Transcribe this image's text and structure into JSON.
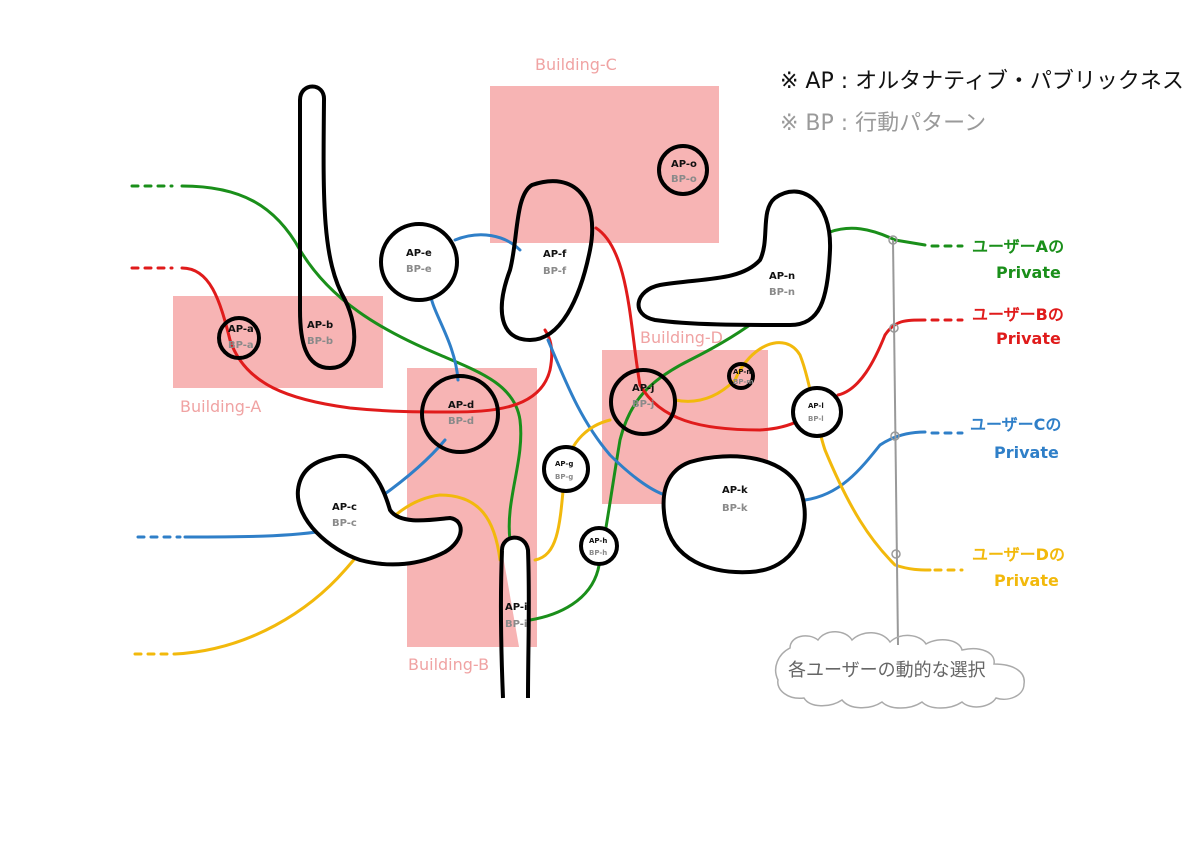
{
  "legend": {
    "ap": "※ AP : オルタナティブ・パブリックネス",
    "bp": "※ BP : 行動パターン"
  },
  "buildings": {
    "a": "Building-A",
    "b": "Building-B",
    "c": "Building-C",
    "d": "Building-D"
  },
  "nodes": {
    "a": {
      "ap": "AP-a",
      "bp": "BP-a"
    },
    "b": {
      "ap": "AP-b",
      "bp": "BP-b"
    },
    "c": {
      "ap": "AP-c",
      "bp": "BP-c"
    },
    "d": {
      "ap": "AP-d",
      "bp": "BP-d"
    },
    "e": {
      "ap": "AP-e",
      "bp": "BP-e"
    },
    "f": {
      "ap": "AP-f",
      "bp": "BP-f"
    },
    "g": {
      "ap": "AP-g",
      "bp": "BP-g"
    },
    "h": {
      "ap": "AP-h",
      "bp": "BP-h"
    },
    "i": {
      "ap": "AP-i",
      "bp": "BP-i"
    },
    "j": {
      "ap": "AP-j",
      "bp": "BP-j"
    },
    "k": {
      "ap": "AP-k",
      "bp": "BP-k"
    },
    "l": {
      "ap": "AP-l",
      "bp": "BP-l"
    },
    "m": {
      "ap": "AP-m",
      "bp": "BP-m"
    },
    "n": {
      "ap": "AP-n",
      "bp": "BP-n"
    },
    "o": {
      "ap": "AP-o",
      "bp": "BP-o"
    }
  },
  "users": {
    "a": {
      "name": "ユーザーAの",
      "sub": "Private"
    },
    "b": {
      "name": "ユーザーBの",
      "sub": "Private"
    },
    "c": {
      "name": "ユーザーCの",
      "sub": "Private"
    },
    "d": {
      "name": "ユーザーDの",
      "sub": "Private"
    }
  },
  "note": "各ユーザーの動的な選択",
  "colors": {
    "user_a": "#1a8f1a",
    "user_b": "#e01b1b",
    "user_c": "#2f7fc8",
    "user_d": "#f2b90c",
    "building_fill": "#f7b4b4",
    "building_label": "#f0a3a3"
  }
}
